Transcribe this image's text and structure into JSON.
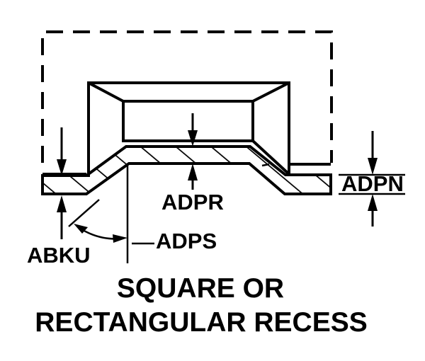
{
  "labels": {
    "adpn": "ADPN",
    "adpr": "ADPR",
    "adps": "ADPS",
    "abku": "ABKU"
  },
  "caption": {
    "line1": "SQUARE OR",
    "line2": "RECTANGULAR RECESS"
  },
  "colors": {
    "ink": "#000000",
    "background": "#ffffff"
  }
}
